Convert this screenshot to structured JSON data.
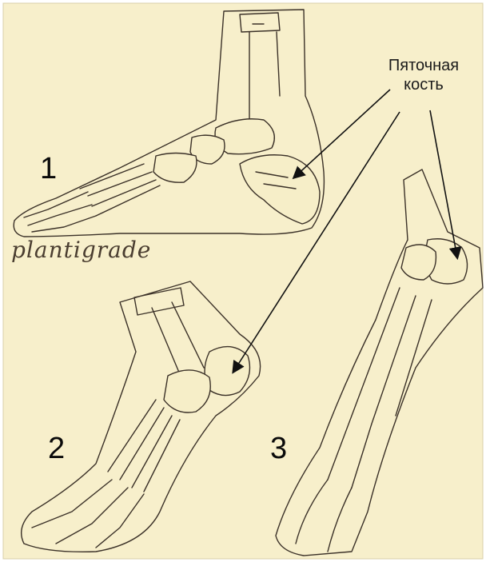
{
  "colors": {
    "paper": "#f7efcb",
    "ink": "#3b3128",
    "arrow": "#111111"
  },
  "labels": {
    "heel_bone": [
      "Пяточная",
      "кость"
    ],
    "plantigrade": "plantigrade",
    "figure_numbers": [
      "1",
      "2",
      "3"
    ]
  }
}
